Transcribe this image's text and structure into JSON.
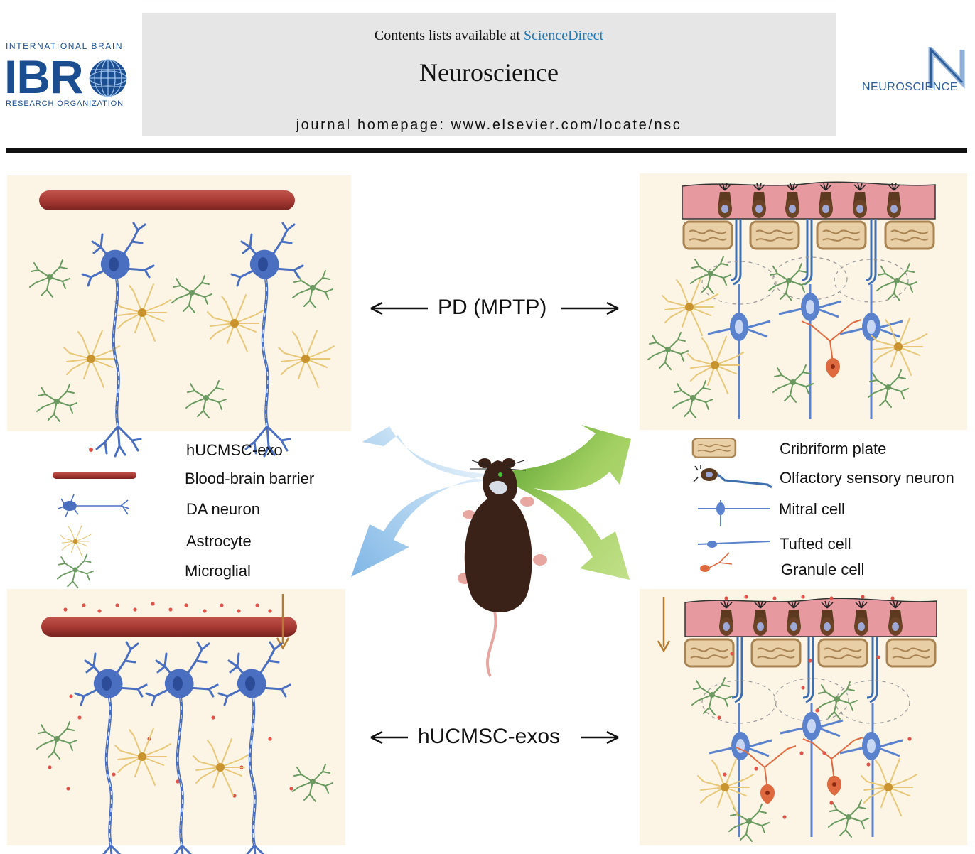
{
  "header": {
    "contents_prefix": "Contents lists available at ",
    "sciencedirect": "ScienceDirect",
    "journal_name": "Neuroscience",
    "homepage": "journal homepage: www.elsevier.com/locate/nsc"
  },
  "ibro_logo": {
    "line1": "INTERNATIONAL BRAIN",
    "big": "IBR",
    "line3": "RESEARCH ORGANIZATION"
  },
  "neuroscience_logo": {
    "letter": "N",
    "word": "NEUROSCIENCE"
  },
  "figure": {
    "top_center_label": "PD (MPTP)",
    "bottom_center_label": "hUCMSC-exos",
    "legend_left": [
      {
        "label": "hUCMSC-exo",
        "icon": "exosome-dot-icon"
      },
      {
        "label": "Blood-brain barrier",
        "icon": "blood-brain-barrier-icon"
      },
      {
        "label": "DA neuron",
        "icon": "da-neuron-icon"
      },
      {
        "label": "Astrocyte",
        "icon": "astrocyte-icon"
      },
      {
        "label": "Microglial",
        "icon": "microglia-icon"
      }
    ],
    "legend_right": [
      {
        "label": "Cribriform plate",
        "icon": "cribriform-plate-icon"
      },
      {
        "label": "Olfactory sensory neuron",
        "icon": "olfactory-sensory-neuron-icon"
      },
      {
        "label": "Mitral cell",
        "icon": "mitral-cell-icon"
      },
      {
        "label": "Tufted cell",
        "icon": "tufted-cell-icon"
      },
      {
        "label": "Granule cell",
        "icon": "granule-cell-icon"
      }
    ],
    "colors": {
      "panel_bg": "#fcf5e6",
      "vessel": "#a83a34",
      "neuron": "#4a6fc0",
      "astrocyte": "#e8c778",
      "microglia": "#6a9a60",
      "exosome": "#e0544a",
      "epithelium": "#e69aa0",
      "plate": "#c9a476",
      "granule": "#e06a40",
      "arrow_left": "#8fc0ea",
      "arrow_right": "#a8d46a",
      "mouse": "#3a2218",
      "logo_blue": "#1a4e90"
    }
  }
}
